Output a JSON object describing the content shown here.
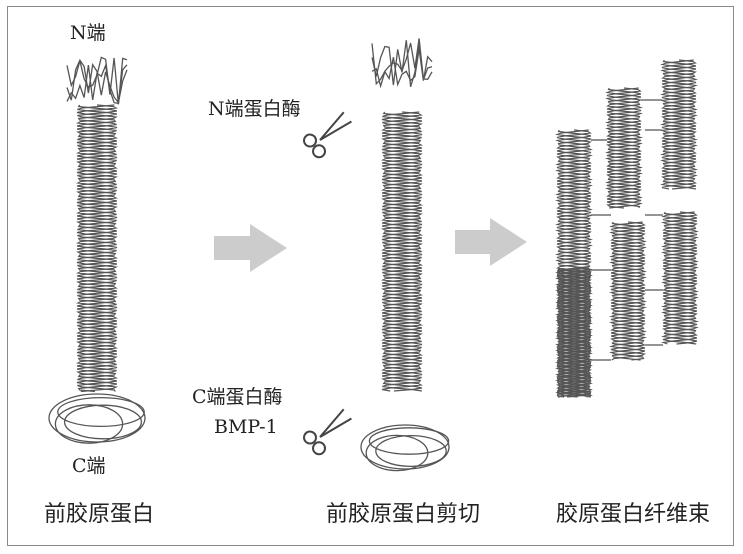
{
  "labels": {
    "n_terminus": "N端",
    "c_terminus": "C端",
    "n_protease": "N端蛋白酶",
    "c_protease": "C端蛋白酶",
    "c_protease_name": "BMP-1",
    "stage1": "前胶原蛋白",
    "stage2": "前胶原蛋白剪切",
    "stage3": "胶原蛋白纤维束"
  },
  "colors": {
    "line": "#555555",
    "arrow": "#cccccc",
    "frame": "#8a8a8a"
  },
  "icons": [
    "scissors-icon",
    "arrow-right-icon"
  ]
}
